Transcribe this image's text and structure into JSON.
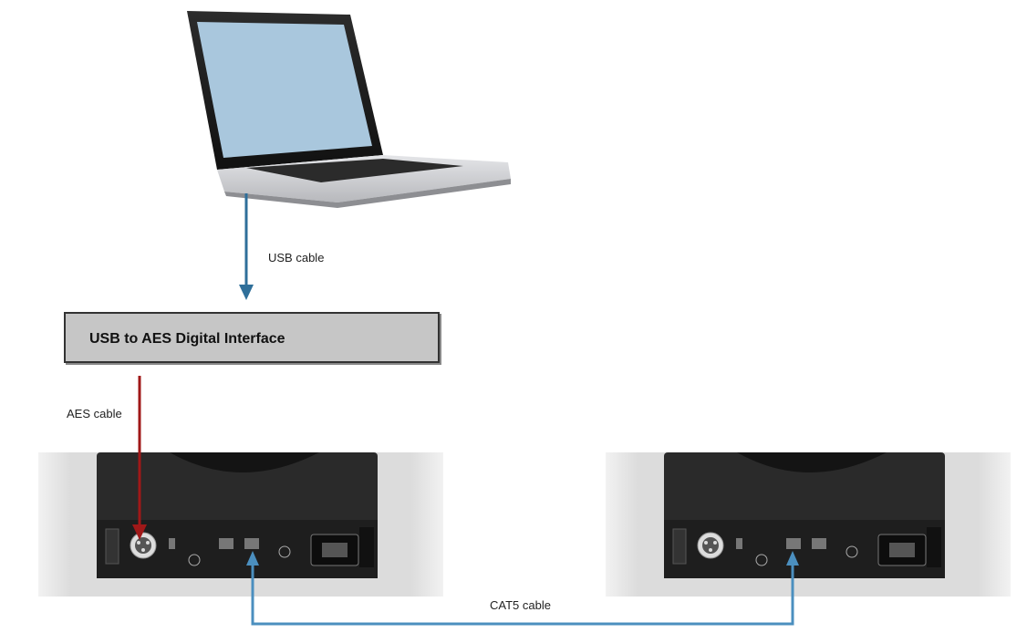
{
  "labels": {
    "usb_cable": "USB cable",
    "aes_cable": "AES cable",
    "cat5_cable": "CAT5 cable",
    "interface": "USB to AES Digital Interface"
  },
  "colors": {
    "usb": "#2f6f9a",
    "aes": "#a01818",
    "cat5": "#4b8fbf",
    "interface_fill": "#c6c6c6",
    "speaker_body": "#2a2a2a"
  },
  "icons": [
    "laptop-icon",
    "monitor-speaker-icon"
  ]
}
